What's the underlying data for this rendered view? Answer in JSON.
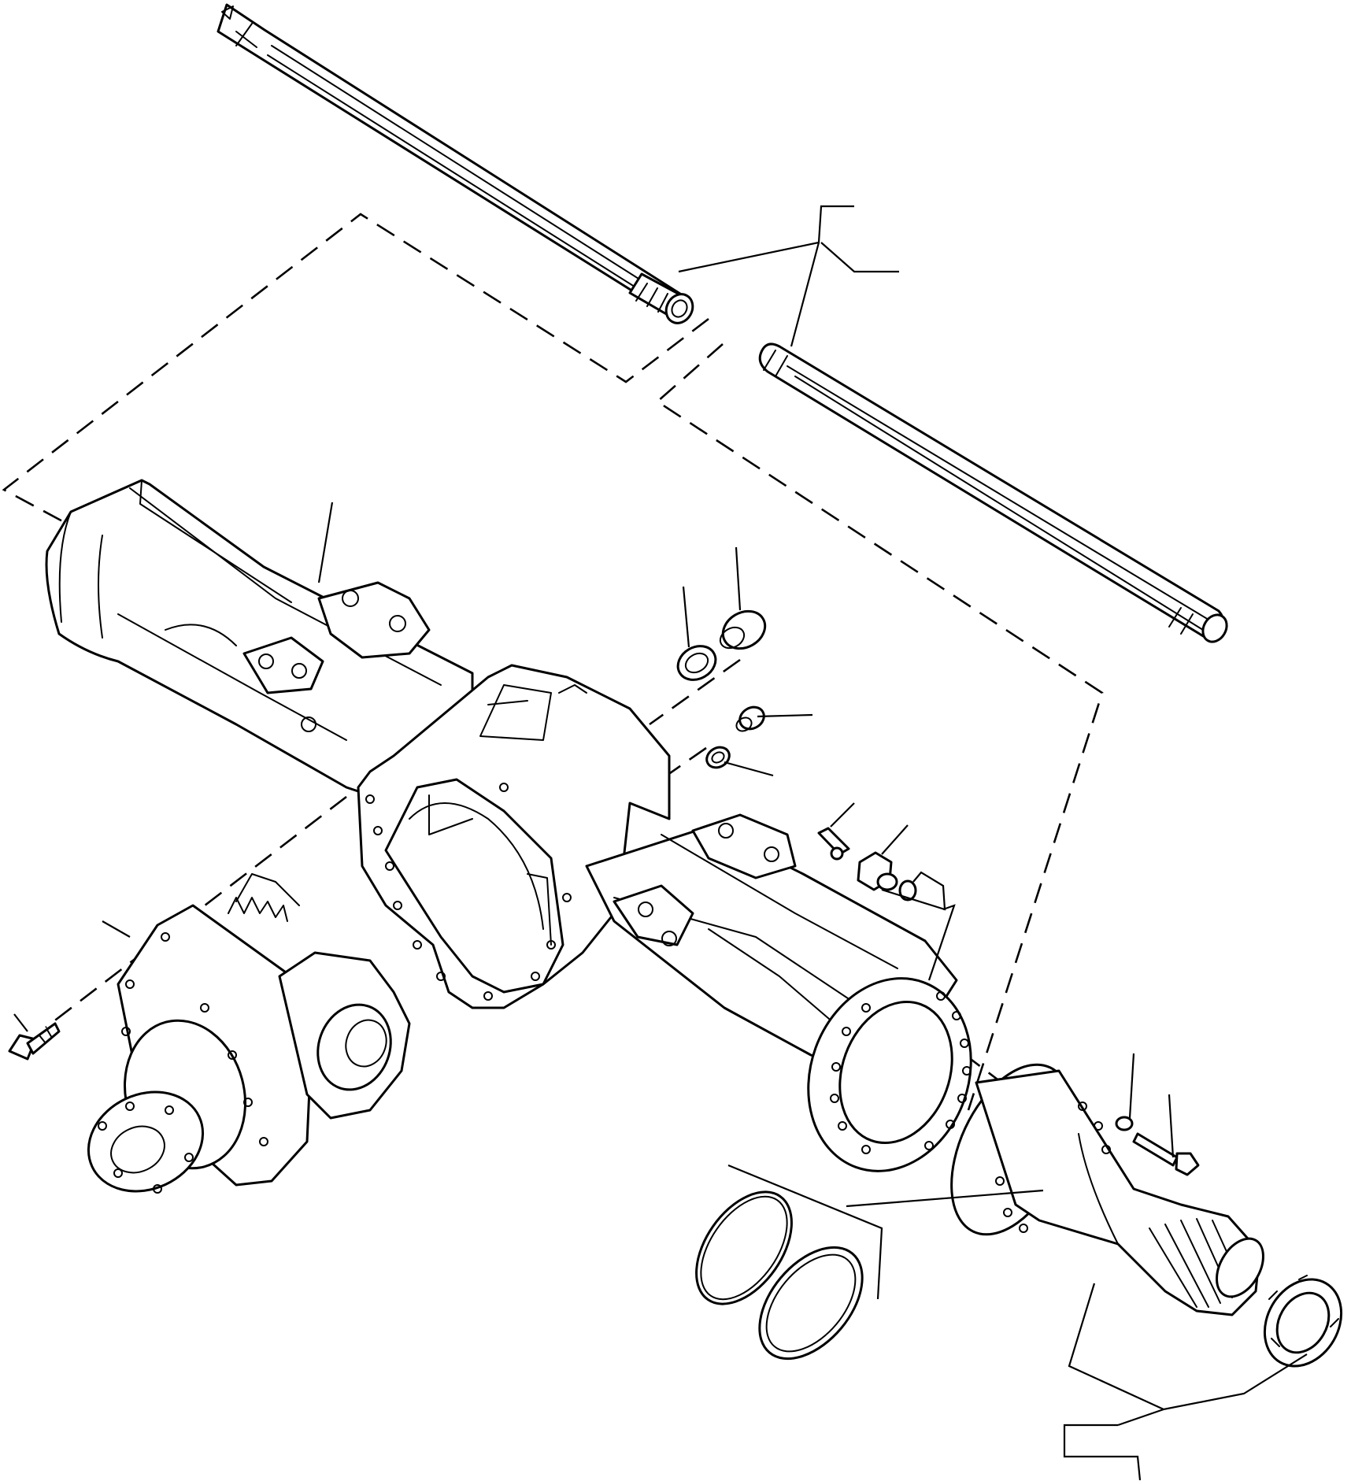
{
  "diagram": {
    "type": "exploded-parts-drawing",
    "colors": {
      "line": "#000000",
      "background": "#ffffff"
    },
    "parts": [
      "axle-shaft-upper",
      "axle-shaft-lower",
      "axle-housing",
      "differential-carrier",
      "carrier-mounting-bolt",
      "breather-plug",
      "breather-washer",
      "level-plug",
      "level-plug-washer",
      "grease-nipple",
      "drain-plug",
      "drain-plug-seal",
      "wheel-spindle",
      "spindle-bolt",
      "spindle-bolt-washer",
      "o-ring",
      "seal-ring",
      "spindle-nut"
    ]
  }
}
